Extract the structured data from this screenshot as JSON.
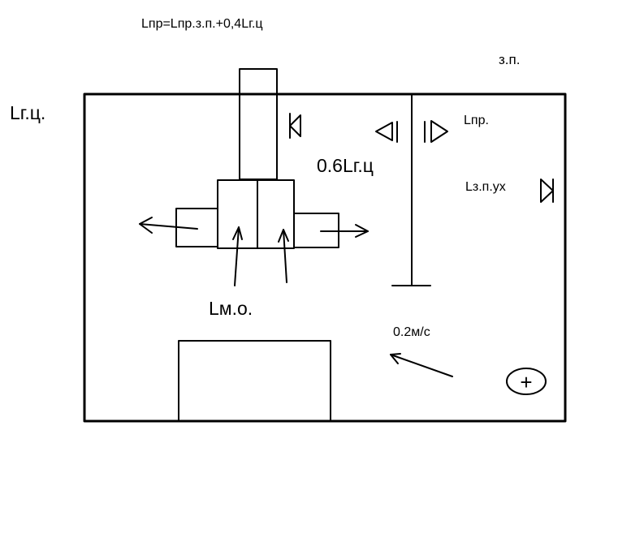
{
  "labels": {
    "formula": "Lпр=Lпр.з.п.+0,4Lг.ц",
    "zone": "з.п.",
    "lgc": "Lг.ц.",
    "lpr": "Lпр.",
    "lgc06": "0.6Lг.ц",
    "lzpux": "Lз.п.ух",
    "lmo": "Lм.о.",
    "velocity": "0.2м/с"
  },
  "symbols": {
    "plus": "+"
  }
}
